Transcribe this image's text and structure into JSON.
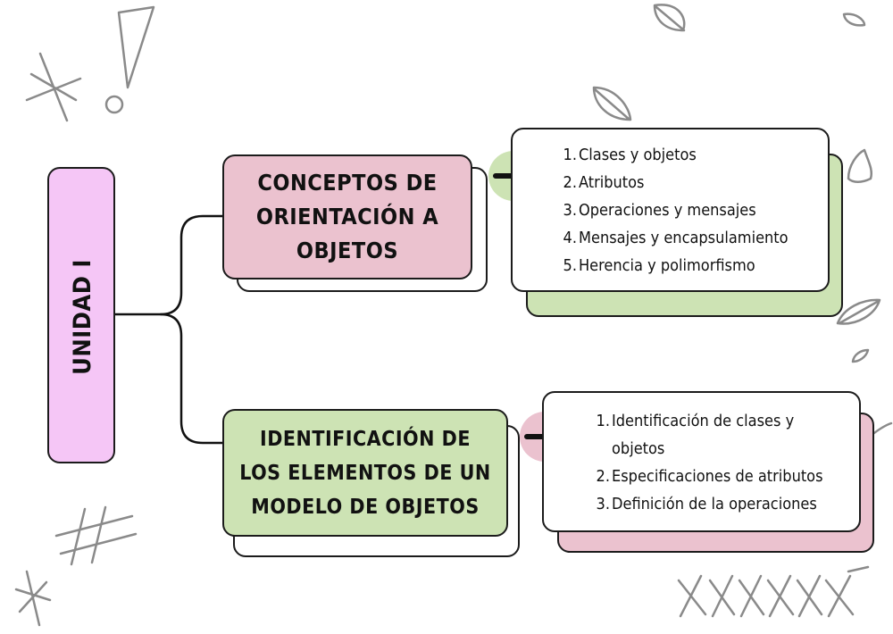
{
  "unit": {
    "label": "UNIDAD I"
  },
  "topic1": {
    "title": "CONCEPTOS DE ORIENTACIÓN A OBJETOS",
    "items": [
      {
        "num": "1.",
        "text": "Clases y objetos"
      },
      {
        "num": "2.",
        "text": "Atributos"
      },
      {
        "num": "3.",
        "text": "Operaciones y mensajes"
      },
      {
        "num": "4.",
        "text": "Mensajes y encapsulamiento"
      },
      {
        "num": "5.",
        "text": "Herencia y polimorfismo"
      }
    ]
  },
  "topic2": {
    "title": "IDENTIFICACIÓN DE LOS ELEMENTOS DE UN MODELO DE OBJETOS",
    "items": [
      {
        "num": "1.",
        "text": "Identificación de clases y objetos"
      },
      {
        "num": "2.",
        "text": "Especificaciones de atributos"
      },
      {
        "num": "3.",
        "text": "Definición de la operaciones"
      }
    ]
  },
  "colors": {
    "pink": "#ebc2cf",
    "green": "#cde3b4",
    "violet": "#f5c6f6",
    "doodle": "#8a8a8a"
  },
  "icons": [
    "arrow-right-icon",
    "leaf-icon",
    "exclamation-icon",
    "star-icon",
    "hash-icon",
    "cross-marks-icon"
  ]
}
